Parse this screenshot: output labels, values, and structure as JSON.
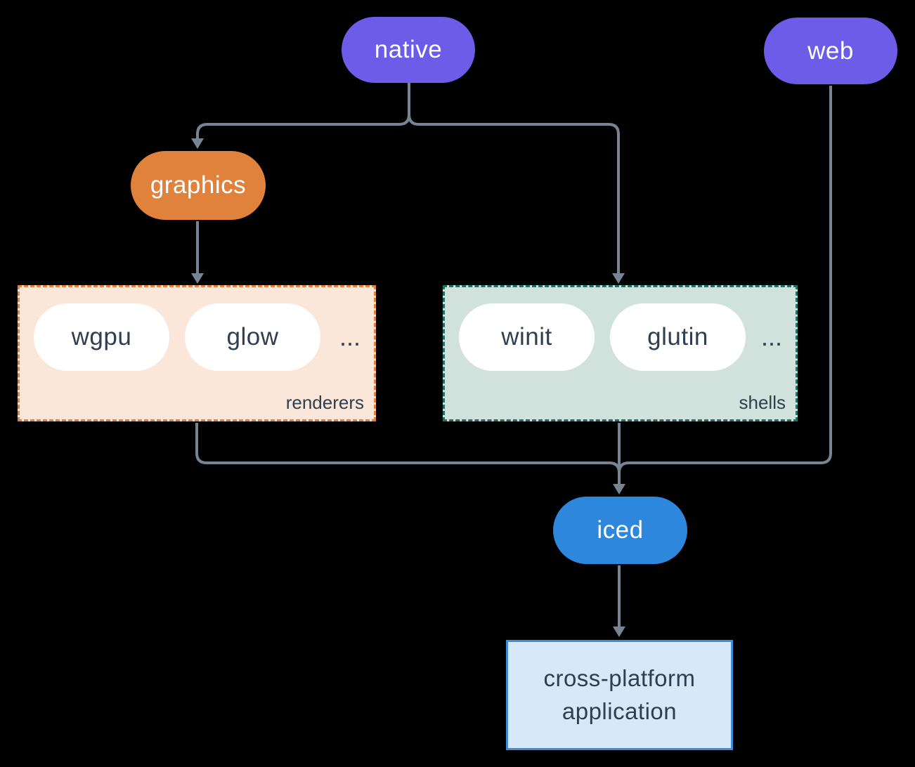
{
  "colors": {
    "background": "#000000",
    "node_purple": "#6C5CE7",
    "node_orange": "#E0823C",
    "node_blue": "#2D87DC",
    "white_pill": "#FFFFFF",
    "dark_text": "#2F3F4F",
    "connector": "#778494",
    "renderers_fill": "#FAE7DA",
    "renderers_border": "#E6813C",
    "shells_fill": "#D1E1DC",
    "shells_border": "#1E7265",
    "app_fill": "#D7E8F8",
    "app_border": "#3D8CDC"
  },
  "nodes": {
    "native": "native",
    "web": "web",
    "graphics": "graphics",
    "iced": "iced"
  },
  "groups": {
    "renderers": {
      "label": "renderers",
      "items": [
        "wgpu",
        "glow"
      ],
      "more": "..."
    },
    "shells": {
      "label": "shells",
      "items": [
        "winit",
        "glutin"
      ],
      "more": "..."
    }
  },
  "application": {
    "line1": "cross-platform",
    "line2": "application"
  }
}
